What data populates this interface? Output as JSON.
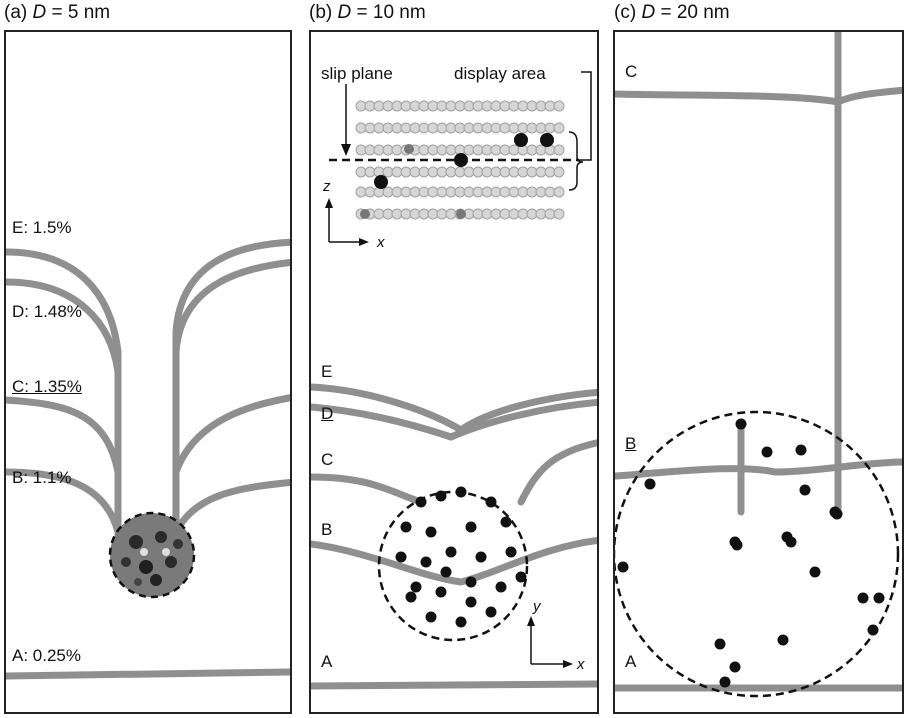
{
  "panels": [
    {
      "id": "a",
      "title_prefix": "(a) ",
      "title_var": "D",
      "title_value": " = 5 nm"
    },
    {
      "id": "b",
      "title_prefix": "(b) ",
      "title_var": "D",
      "title_value": " = 10 nm"
    },
    {
      "id": "c",
      "title_prefix": "(c) ",
      "title_var": "D",
      "title_value": " = 20 nm"
    }
  ],
  "panel_a_labels": {
    "E": "E: 1.5%",
    "D": "D: 1.48%",
    "C": "C: 1.35%",
    "B": "B: 1.1%",
    "A": "A: 0.25%"
  },
  "panel_b_labels": {
    "E": "E",
    "D": "D",
    "C": "C",
    "B": "B",
    "A": "A"
  },
  "panel_c_labels": {
    "C": "C",
    "B": "B",
    "A": "A"
  },
  "inset": {
    "slip_plane": "slip plane",
    "display_area": "display area",
    "axis_z": "z",
    "axis_x": "x"
  },
  "axes_b": {
    "y": "y",
    "x": "x"
  },
  "colors": {
    "line": "#8f8f8f",
    "frame": "#222222",
    "particle": "#111111"
  }
}
